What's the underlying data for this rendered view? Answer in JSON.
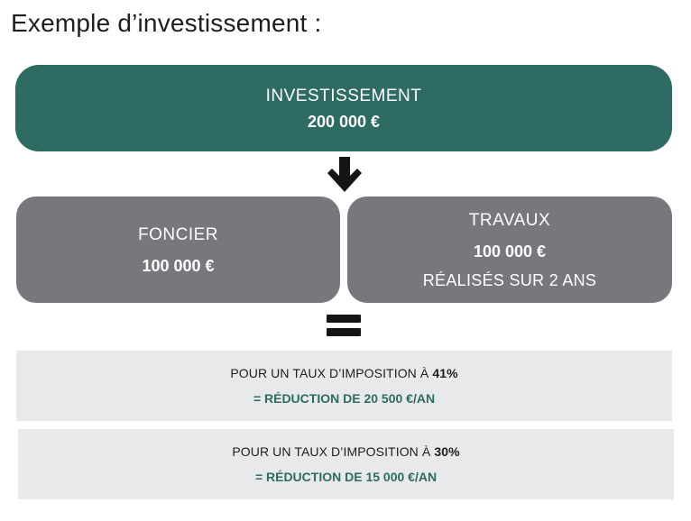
{
  "title": "Exemple d’investissement :",
  "colors": {
    "investment_box": "#2d6b63",
    "split_boxes": "#77787c",
    "result_panels": "#e8e9ea",
    "reduction_text": "#2d6b63",
    "symbols": "#151515"
  },
  "investment": {
    "label": "INVESTISSEMENT",
    "amount": "200 000 €"
  },
  "arrow_icon": "arrow-down-icon",
  "foncier": {
    "label": "FONCIER",
    "amount": "100 000 €"
  },
  "travaux": {
    "label": "TRAVAUX",
    "amount": "100 000 €",
    "detail": "RÉALISÉS SUR 2 ANS"
  },
  "equals_icon": "equals-icon",
  "scenarios": [
    {
      "prefix": "POUR UN TAUX D’IMPOSITION À",
      "rate": "41%",
      "reduction": "= RÉDUCTION DE 20 500 €/AN"
    },
    {
      "prefix": "POUR UN TAUX D’IMPOSITION À",
      "rate": "30%",
      "reduction": "= RÉDUCTION DE 15 000 €/AN"
    }
  ]
}
